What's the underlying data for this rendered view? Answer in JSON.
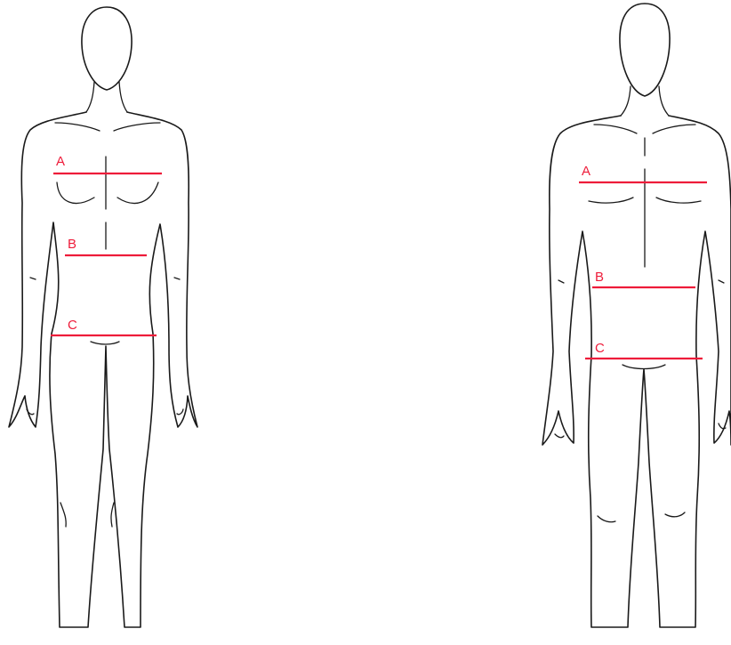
{
  "colors": {
    "measurement": "#ee1c3a",
    "outline": "#1a1a1a",
    "background": "#ffffff"
  },
  "figures": [
    {
      "name": "female",
      "labels": {
        "a": "A",
        "b": "B",
        "c": "C"
      }
    },
    {
      "name": "male",
      "labels": {
        "a": "A",
        "b": "B",
        "c": "C"
      }
    }
  ]
}
